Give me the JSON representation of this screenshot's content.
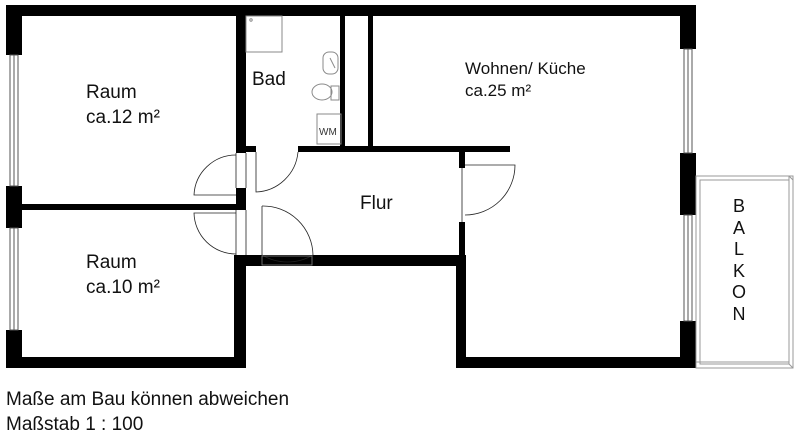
{
  "plan": {
    "rooms": [
      {
        "id": "raum1",
        "name": "Raum",
        "area": "ca.12 m²"
      },
      {
        "id": "raum2",
        "name": "Raum",
        "area": "ca.10 m²"
      },
      {
        "id": "bad",
        "name": "Bad"
      },
      {
        "id": "flur",
        "name": "Flur"
      },
      {
        "id": "wohnen",
        "name": "Wohnen/ Küche",
        "area": "ca.25 m²"
      }
    ],
    "balcony": {
      "name": "BALKON",
      "letters": [
        "B",
        "A",
        "L",
        "K",
        "O",
        "N"
      ]
    },
    "fixtures": {
      "washer": "WM"
    },
    "colors": {
      "wall": "#000000",
      "fixture": "#8a8a8a",
      "background": "#ffffff"
    }
  },
  "notes": {
    "disclaimer": "Maße am Bau können abweichen",
    "scale": "Maßstab 1 : 100"
  }
}
